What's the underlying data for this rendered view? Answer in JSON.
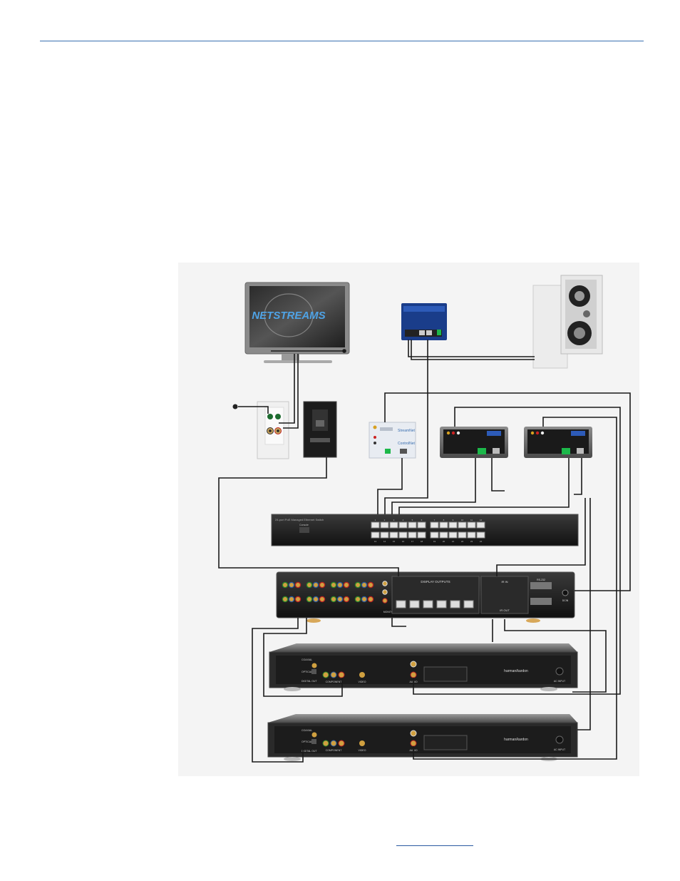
{
  "page": {
    "footer_link_text": ""
  },
  "diagram": {
    "tv_logo": "NETSTREAMS",
    "streamnet_brand": "StreamNet",
    "switch_label": "24-port PoE Managed Ethernet Switch",
    "switch_port_numbers": [
      "1",
      "2",
      "3",
      "4",
      "5",
      "6",
      "7",
      "8",
      "9",
      "10",
      "11",
      "12",
      "13",
      "14",
      "15",
      "16",
      "17",
      "18",
      "19",
      "20",
      "21",
      "22",
      "23",
      "24"
    ],
    "switch_console_label": "Console",
    "hub_section_display": "DISPLAY OUTPUTS",
    "hub_section_monitor": "MONITOR",
    "hub_section_in_out": "IN  OUT",
    "hub_section_rs232": "RS-232",
    "hub_section_ir_input": "IR IN",
    "hub_section_ir_out": "IR OUT",
    "hub_section_power": "DCIN",
    "player_brand": "harman/kardon",
    "player_labels": {
      "coaxial": "COAXIAL",
      "optical": "OPTICAL",
      "digital_out": "DIGITAL OUT",
      "component": "COMPONENT",
      "video": "VIDEO",
      "audio": "AUDIO",
      "ac_input": "AC INPUT"
    },
    "wallplate_brand": "StreamNet",
    "wallplate_label": "ControlNet"
  }
}
